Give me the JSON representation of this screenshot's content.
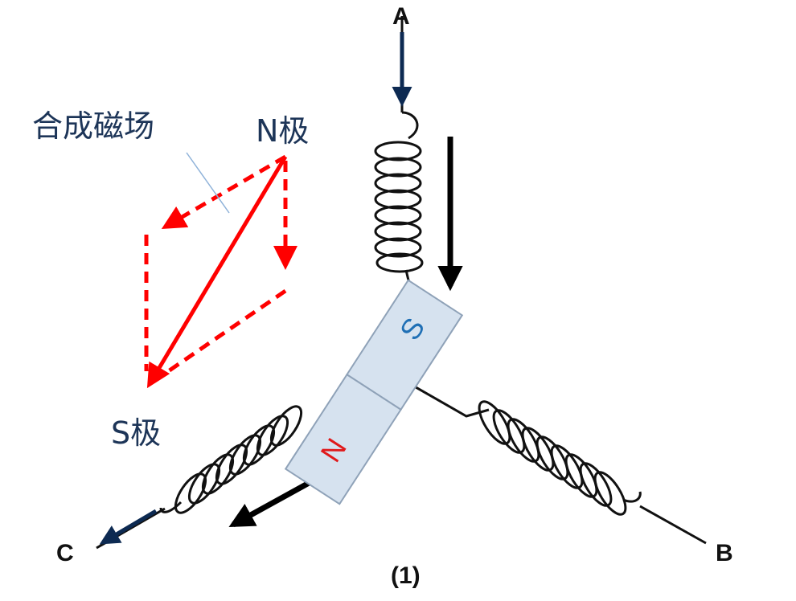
{
  "diagram": {
    "terminals": {
      "a": "A",
      "b": "B",
      "c": "C"
    },
    "caption": "(1)",
    "magnet": {
      "north": "N",
      "south": "S"
    },
    "resultant_field": {
      "label": "合成磁场",
      "north_pole": "N极",
      "south_pole": "S极"
    },
    "colors": {
      "wire": "#111111",
      "current_arrow": "#0d2a52",
      "field_vector": "#ff0000",
      "magnet_fill": "#d6e2ef",
      "magnet_stroke": "#8fa2b8",
      "south_text": "#1f6fb5",
      "north_text": "#e0191b",
      "label_text": "#1d3558"
    }
  }
}
